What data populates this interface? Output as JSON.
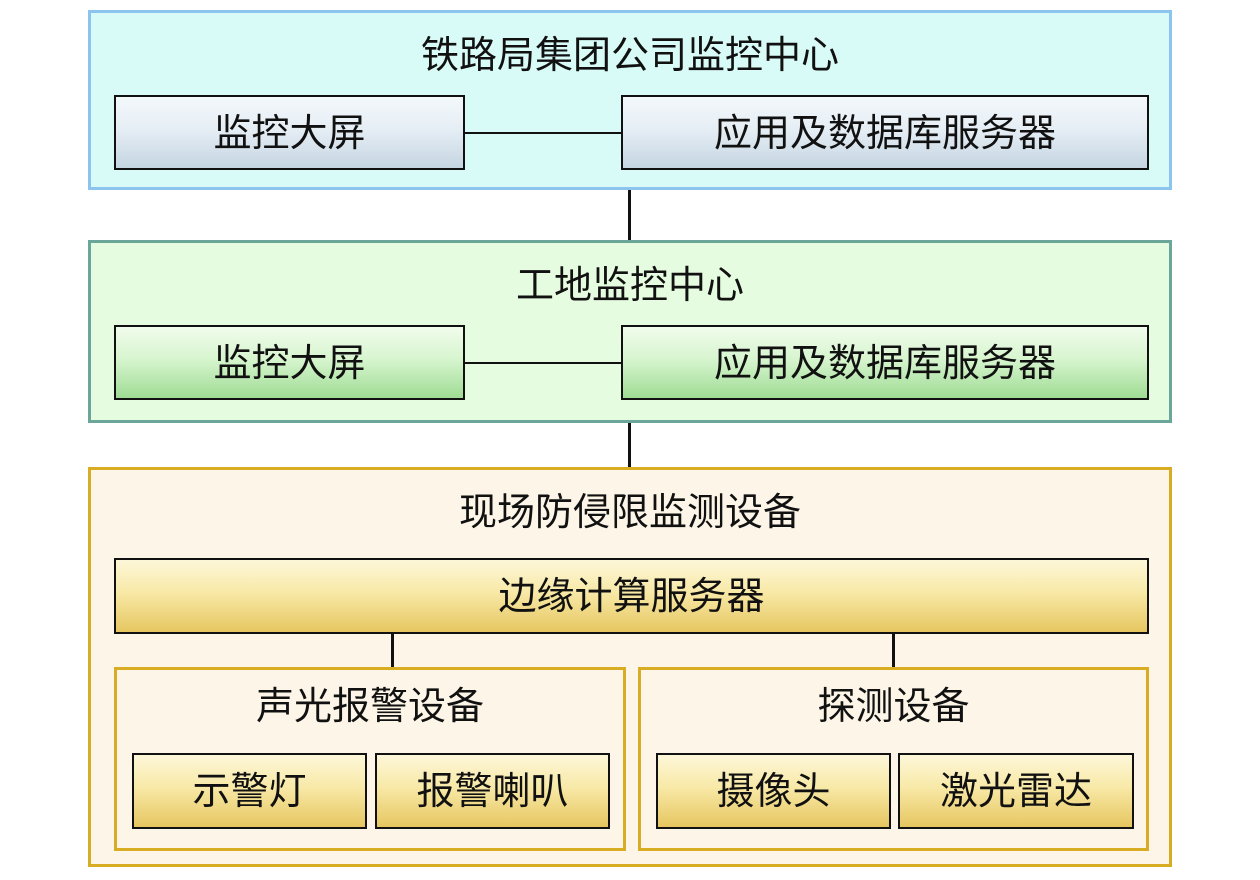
{
  "group_center": {
    "title": "铁路局集团公司监控中心",
    "screen": "监控大屏",
    "server": "应用及数据库服务器"
  },
  "site_center": {
    "title": "工地监控中心",
    "screen": "监控大屏",
    "server": "应用及数据库服务器"
  },
  "field_equipment": {
    "title": "现场防侵限监测设备",
    "edge_server": "边缘计算服务器",
    "alarm_group": {
      "title": "声光报警设备",
      "items": [
        "示警灯",
        "报警喇叭"
      ]
    },
    "detect_group": {
      "title": "探测设备",
      "items": [
        "摄像头",
        "激光雷达"
      ]
    }
  },
  "colors": {
    "blue_panel_border": "#8bc4ee",
    "blue_panel_fill": "#d9fbf8",
    "green_panel_border": "#6aa69a",
    "green_panel_fill": "#e6fce0",
    "gold_panel_border": "#d9ad23",
    "gold_panel_fill": "#fdf6e8"
  }
}
